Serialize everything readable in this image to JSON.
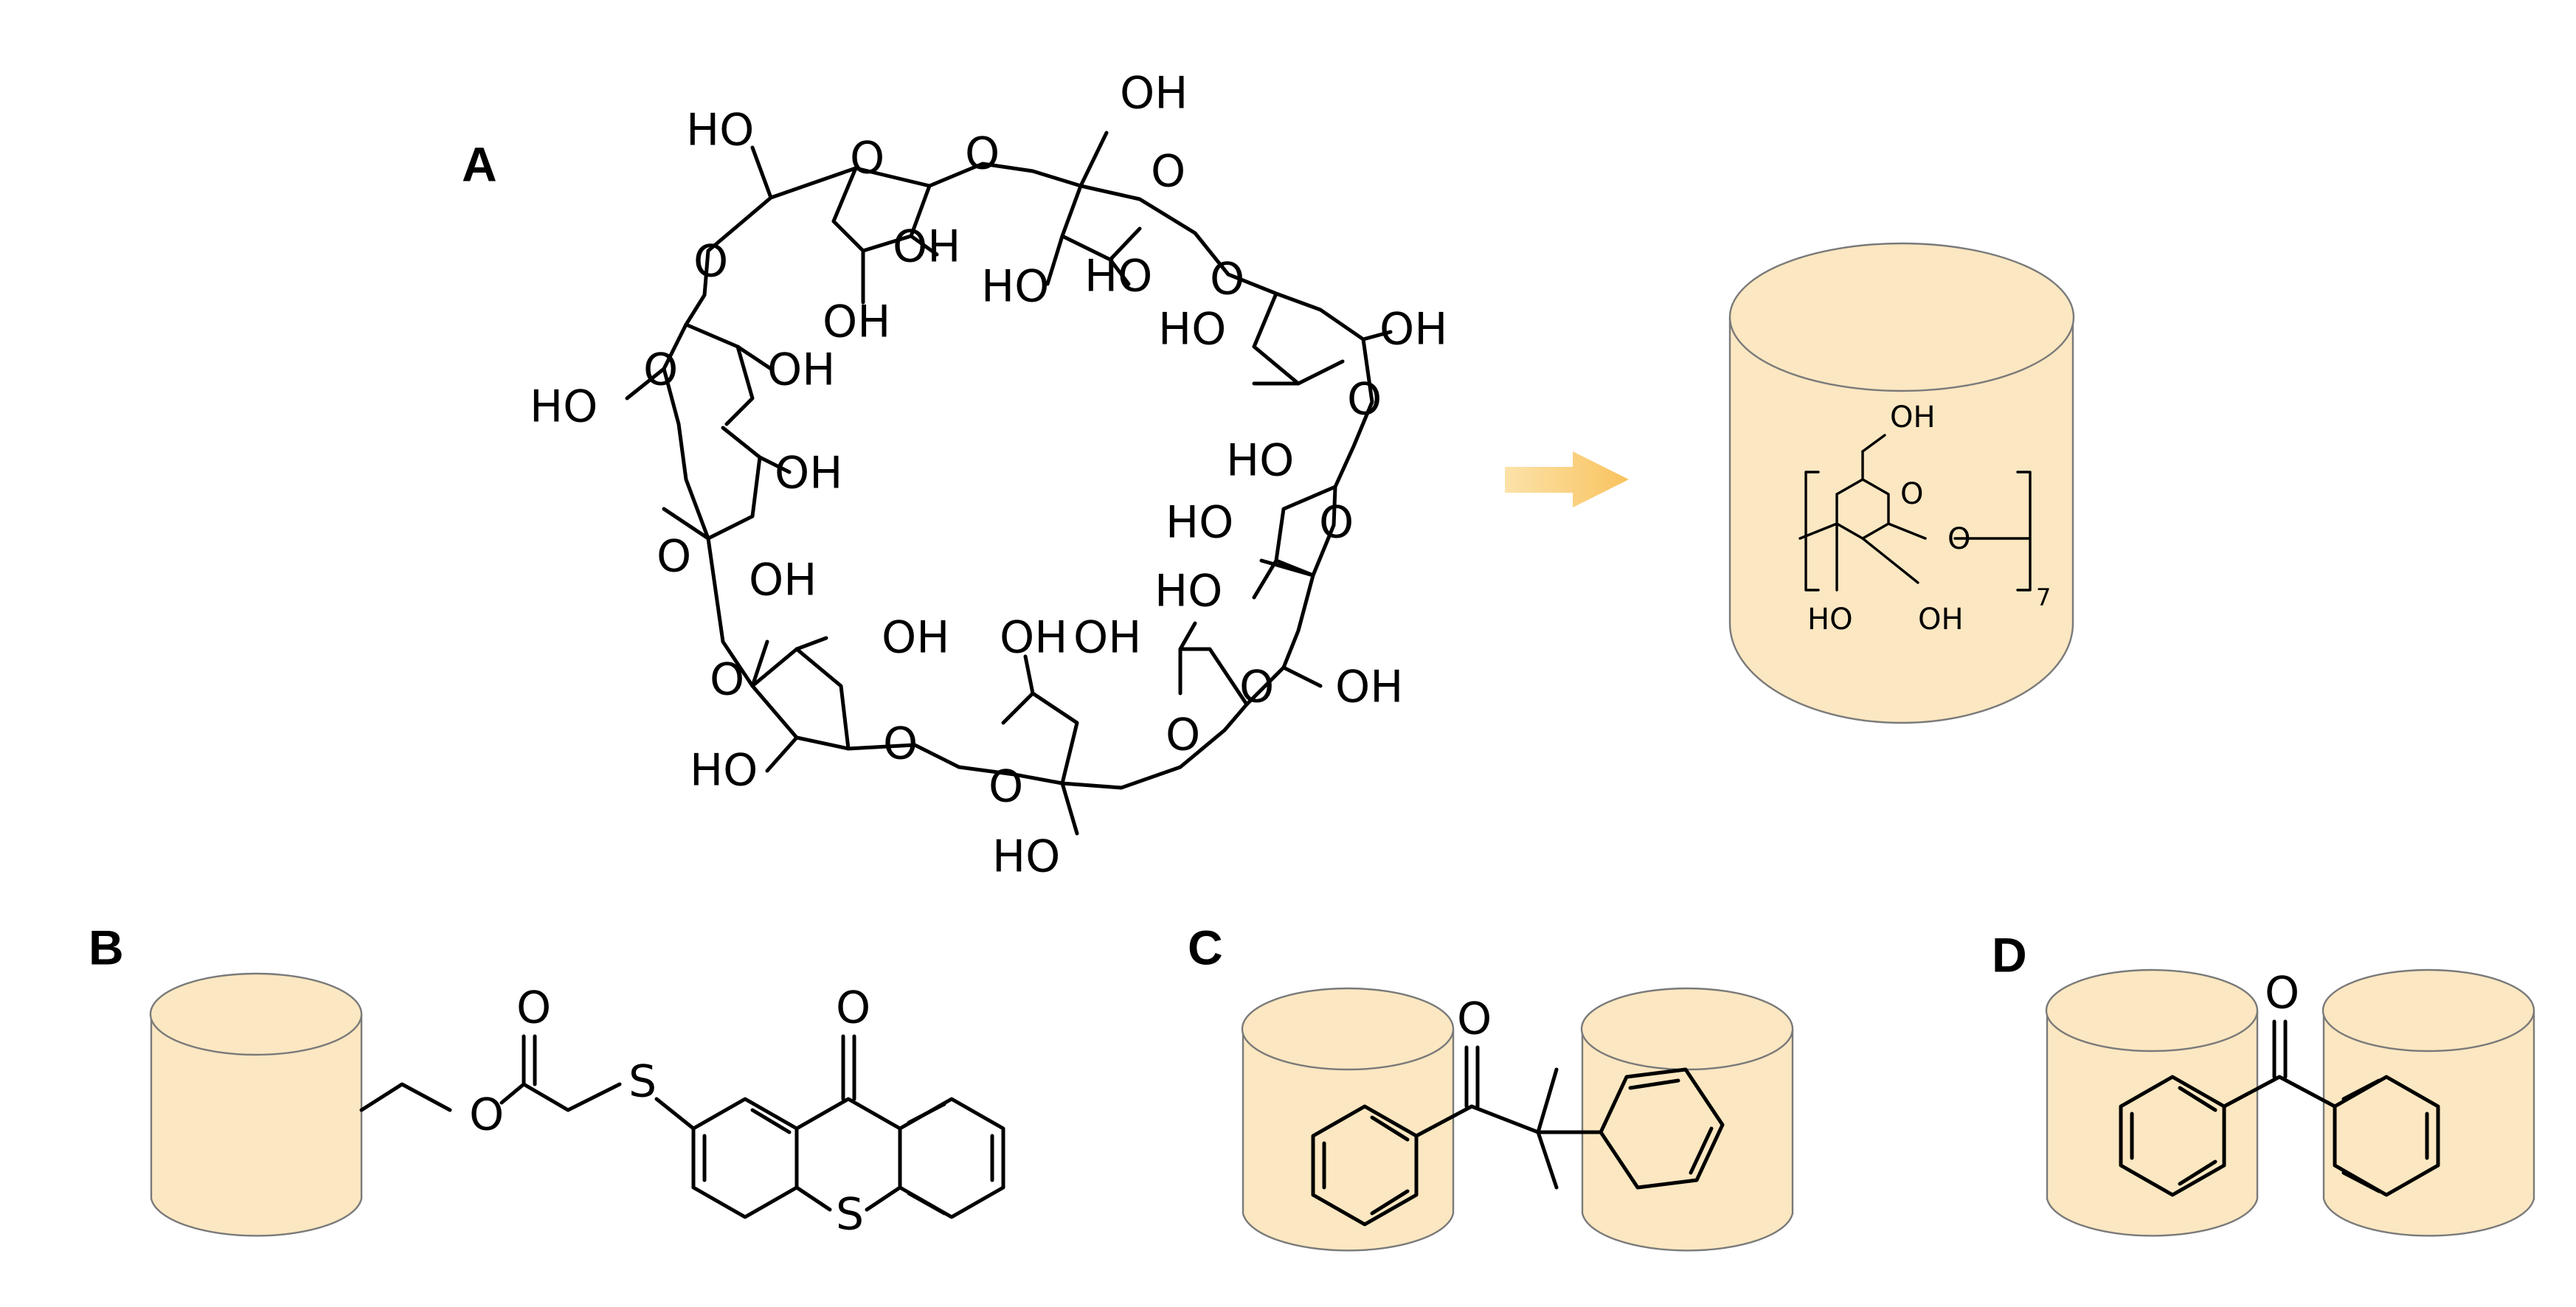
{
  "panels": {
    "a": "A",
    "b": "B",
    "c": "C",
    "d": "D"
  },
  "atoms": {
    "hydroxyl": "OH",
    "hydroxyl_left": "HO",
    "oxygen": "O",
    "sulfur": "S"
  },
  "repeat_unit": {
    "subscript": "7"
  },
  "colors": {
    "cylinder_fill": "#fbe7c1",
    "cylinder_stroke": "#7a7a7a",
    "arrow_fill": "#f9c35e",
    "bond": "#000000"
  }
}
